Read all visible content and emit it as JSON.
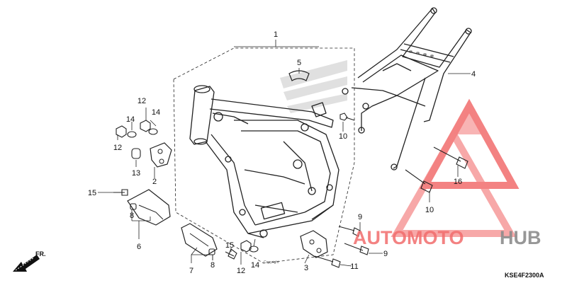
{
  "callouts": [
    {
      "id": "c1",
      "text": "1"
    },
    {
      "id": "c2",
      "text": "2"
    },
    {
      "id": "c3",
      "text": "3"
    },
    {
      "id": "c4",
      "text": "4"
    },
    {
      "id": "c5",
      "text": "5"
    },
    {
      "id": "c6",
      "text": "6"
    },
    {
      "id": "c7",
      "text": "7"
    },
    {
      "id": "c8a",
      "text": "8"
    },
    {
      "id": "c8b",
      "text": "8"
    },
    {
      "id": "c9a",
      "text": "9"
    },
    {
      "id": "c9b",
      "text": "9"
    },
    {
      "id": "c10a",
      "text": "10"
    },
    {
      "id": "c10b",
      "text": "10"
    },
    {
      "id": "c11",
      "text": "11"
    },
    {
      "id": "c12a",
      "text": "12"
    },
    {
      "id": "c12b",
      "text": "12"
    },
    {
      "id": "c12c",
      "text": "12"
    },
    {
      "id": "c13",
      "text": "13"
    },
    {
      "id": "c14a",
      "text": "14"
    },
    {
      "id": "c14b",
      "text": "14"
    },
    {
      "id": "c14c",
      "text": "14"
    },
    {
      "id": "c15a",
      "text": "15"
    },
    {
      "id": "c15b",
      "text": "15"
    },
    {
      "id": "c16",
      "text": "16"
    }
  ],
  "direction_label": "FR.",
  "diagram_code": "KSE4F2300A",
  "watermark": {
    "part1": "AUTOMOTO",
    "part2": "HUB",
    "color_red": "#f26d6d",
    "color_gray": "#8c8c8c"
  },
  "copyright": "Copyright",
  "colors": {
    "line": "#222222",
    "bg": "#ffffff"
  }
}
